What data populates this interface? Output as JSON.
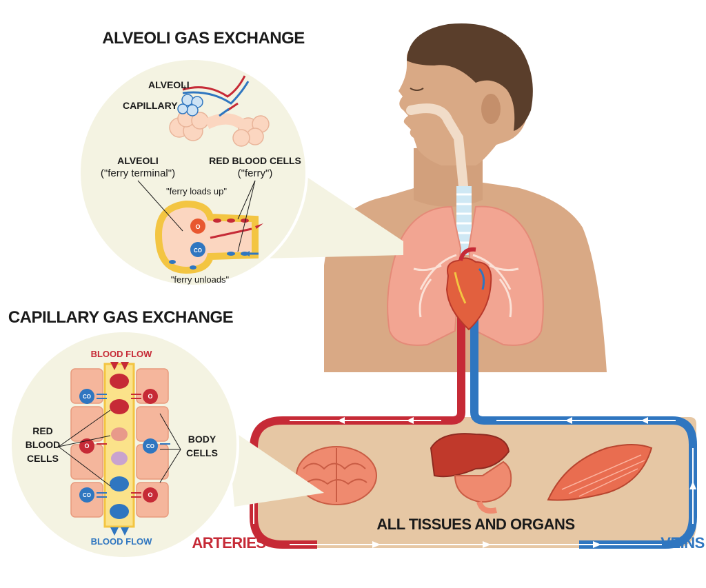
{
  "colors": {
    "artery": "#c62a36",
    "vein": "#2f76c0",
    "skin": "#d9a985",
    "skin_shadow": "#c48f6b",
    "hair": "#5a3e2b",
    "lung": "#f2a592",
    "zoom_fill": "#f4f3e2",
    "loop_fill": "#e6c7a4",
    "text": "#1a1a1a"
  },
  "titles": {
    "alveoli": "ALVEOLI GAS EXCHANGE",
    "capillary": "CAPILLARY GAS EXCHANGE"
  },
  "alveoli_panel": {
    "label_alveoli": "ALVEOLI",
    "label_capillary": "CAPILLARY",
    "terminal_label": "ALVEOLI",
    "terminal_quote": "(\"ferry terminal\")",
    "rbc_label": "RED BLOOD CELLS",
    "rbc_quote": "(\"ferry\")",
    "loads_up": "\"ferry loads up\"",
    "unloads": "\"ferry unloads\"",
    "o2": "O",
    "co2": "CO"
  },
  "capillary_panel": {
    "blood_flow_top": "BLOOD FLOW",
    "blood_flow_bottom": "BLOOD FLOW",
    "rbc_line1": "RED",
    "rbc_line2": "BLOOD",
    "rbc_line3": "CELLS",
    "body_line1": "BODY",
    "body_line2": "CELLS",
    "co2": "CO",
    "o2": "O"
  },
  "circulation": {
    "tissues_label": "ALL TISSUES AND ORGANS",
    "arteries_label": "ARTERIES",
    "veins_label": "VEINS"
  },
  "icons": [
    "human-figure-icon",
    "lungs-icon",
    "heart-icon",
    "brain-icon",
    "liver-stomach-icon",
    "muscle-icon"
  ]
}
